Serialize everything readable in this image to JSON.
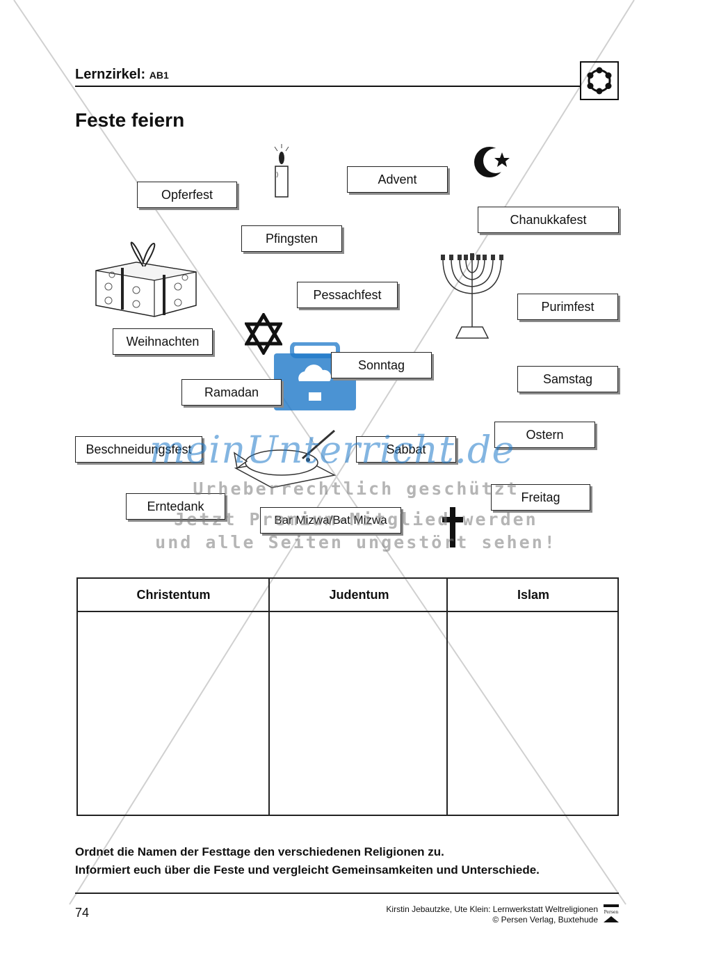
{
  "header": {
    "title": "Lernzirkel:",
    "subtitle": "AB1"
  },
  "page_title": "Feste feiern",
  "cards": [
    "Opferfest",
    "Advent",
    "Chanukkafest",
    "Pfingsten",
    "Pessachfest",
    "Purimfest",
    "Weihnachten",
    "Sonntag",
    "Samstag",
    "Ramadan",
    "Ostern",
    "Beschneidungsfest",
    "Sabbat",
    "Freitag",
    "Erntedank",
    "Bar Mizwa/Bat Mizwa"
  ],
  "table": {
    "columns": [
      "Christentum",
      "Judentum",
      "Islam"
    ]
  },
  "instructions": [
    "Ordnet die Namen der Festtage den verschiedenen Religionen zu.",
    "Informiert euch über die Feste und vergleicht Gemeinsamkeiten und Unterschiede."
  ],
  "footer": {
    "page_number": "74",
    "credit_line1": "Kirstin Jebautzke, Ute Klein: Lernwerkstatt Weltreligionen",
    "credit_line2": "© Persen Verlag, Buxtehude",
    "publisher_logo_text": "Persen"
  },
  "watermark": {
    "brand": "meinUnterricht.de",
    "line1": "Urheberrechtlich geschützt",
    "line2": "Jetzt Premium-Mitglied werden",
    "line3": "und alle Seiten ungestört sehen!"
  },
  "icons": [
    "six-dots-circle-icon",
    "candle-icon",
    "crescent-star-icon",
    "gift-icon",
    "menorah-icon",
    "star-of-david-icon",
    "fish-icon",
    "cross-icon",
    "briefcase-cloud-icon"
  ]
}
